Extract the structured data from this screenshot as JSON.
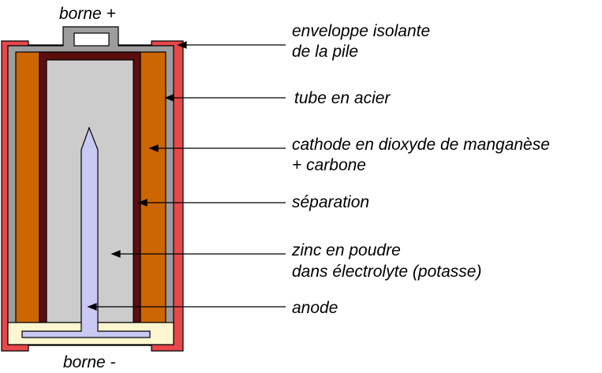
{
  "terminals": {
    "positive": "borne +",
    "negative": "borne -"
  },
  "labels": {
    "envelope_line1": "enveloppe isolante",
    "envelope_line2": "de la pile",
    "steel_tube": "tube en acier",
    "cathode_line1": "cathode en dioxyde de manganèse",
    "cathode_line2": "+ carbone",
    "separator": "séparation",
    "zinc_line1": "zinc en poudre",
    "zinc_line2": "dans électrolyte (potasse)",
    "anode": "anode"
  },
  "colors": {
    "insulating_envelope": "#e8474c",
    "steel_tube": "#9d9d9d",
    "cathode": "#cc6600",
    "separator": "#5c0d0d",
    "zinc_electrolyte": "#cccccc",
    "anode": "#c9c9f4",
    "bottom_seal": "#fcf7d0",
    "outline": "#000000"
  }
}
